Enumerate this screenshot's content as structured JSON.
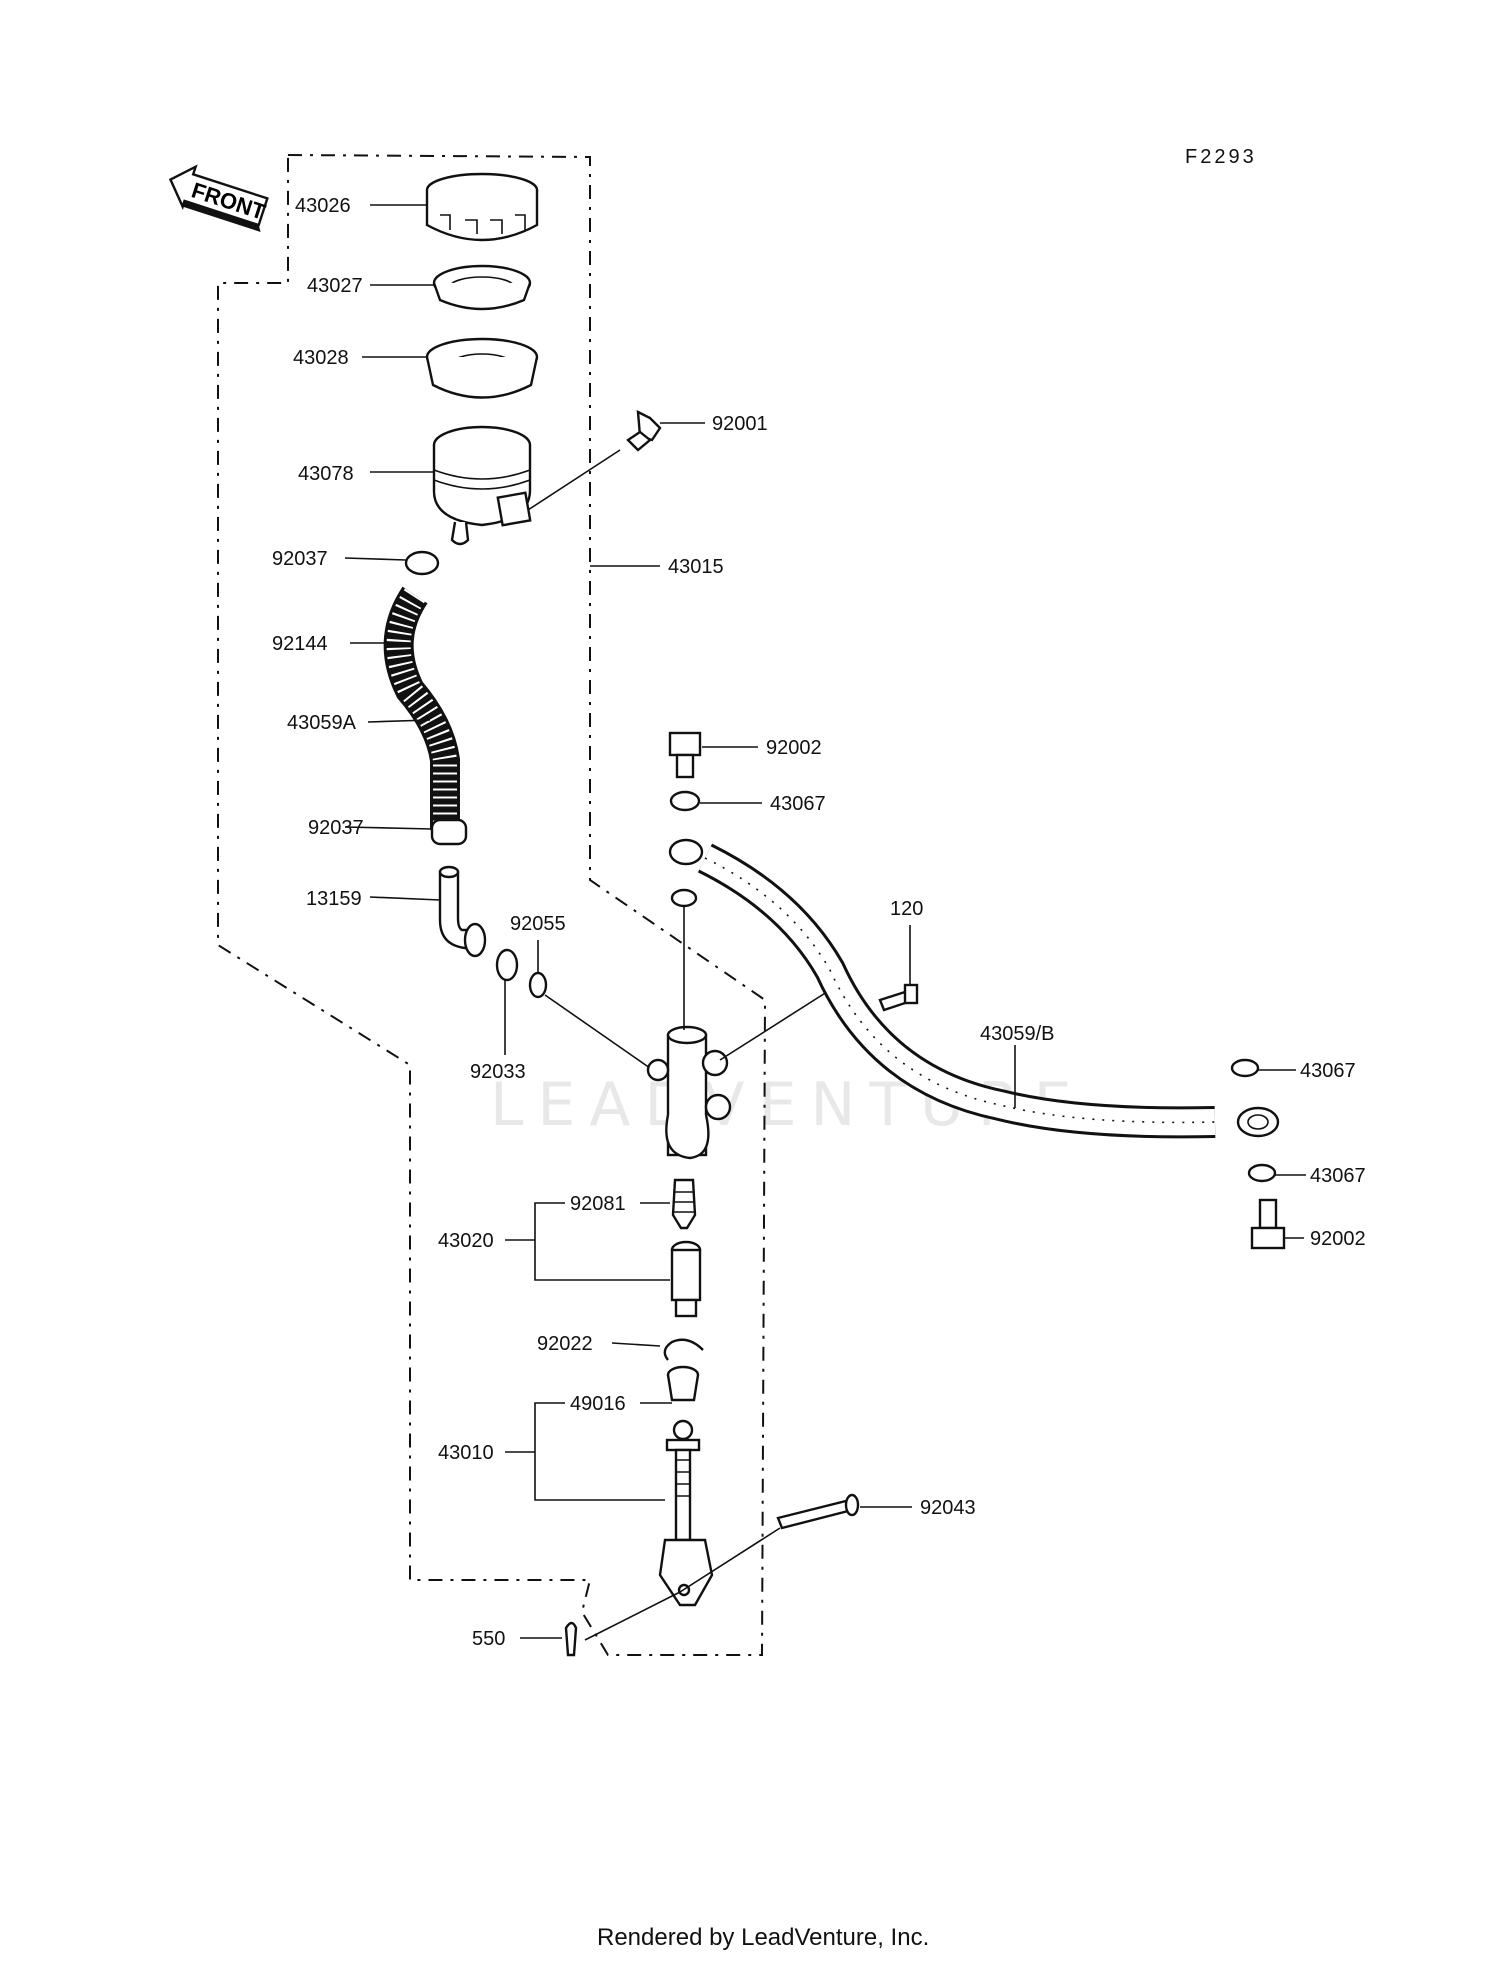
{
  "diagram": {
    "code": "F2293",
    "front_label": "FRONT",
    "watermark": "LEADVENTURE",
    "footer": "Rendered by LeadVenture, Inc.",
    "callouts": {
      "c43026": "43026",
      "c43027": "43027",
      "c43028": "43028",
      "c43078": "43078",
      "c92001": "92001",
      "c92037a": "92037",
      "c92144": "92144",
      "c43059a": "43059A",
      "c92037b": "92037",
      "c43015": "43015",
      "c13159": "13159",
      "c92055": "92055",
      "c92033": "92033",
      "c92002a": "92002",
      "c43067a": "43067",
      "c120": "120",
      "c43059b": "43059/B",
      "c43067b": "43067",
      "c43067c": "43067",
      "c92002b": "92002",
      "c92081": "92081",
      "c43020": "43020",
      "c92022": "92022",
      "c49016": "49016",
      "c43010": "43010",
      "c92043": "92043",
      "c550": "550"
    }
  }
}
